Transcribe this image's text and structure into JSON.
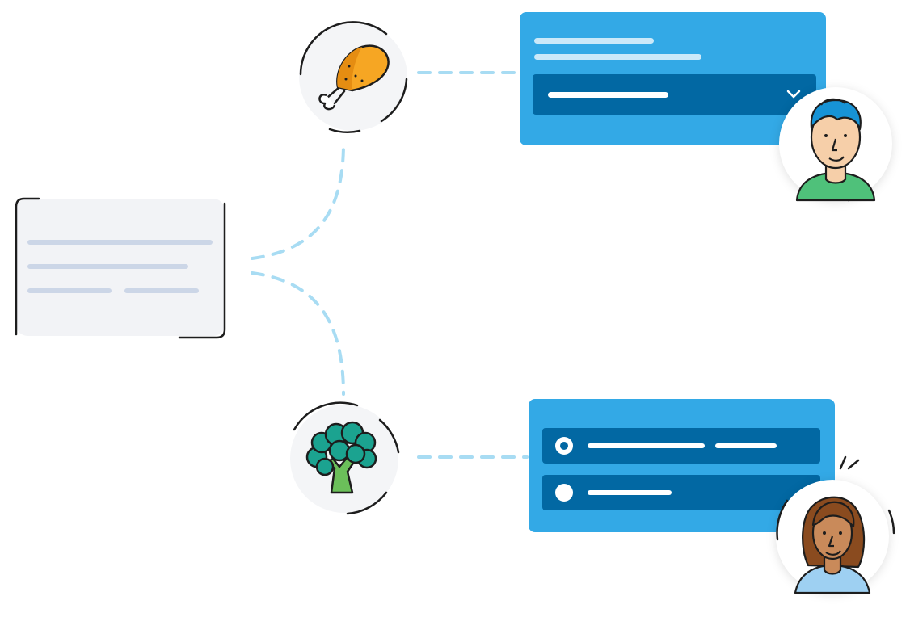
{
  "colors": {
    "background": "#ffffff",
    "connector": "#a8dcf3",
    "panel_blue": "#33a9e6",
    "panel_dark_blue": "#0268a3",
    "panel_line": "#ffffff",
    "form_card": "#f2f3f6",
    "form_line": "#ccd6e7",
    "sketch_stroke": "#1d1d1d",
    "icon_circle": "#f4f5f7",
    "chicken": "#f6a623",
    "broccoli": "#1ba390",
    "broccoli_stem": "#6bbf5a"
  },
  "icons": {
    "chicken": "chicken-drumstick-icon",
    "broccoli": "broccoli-icon",
    "dropdown_chevron": "chevron-down-icon",
    "radio_selected": "radio-selected-icon",
    "radio_unselected": "radio-unselected-icon",
    "avatar_man": "avatar-man-blue-hair",
    "avatar_woman": "avatar-woman-brown-hair"
  },
  "dropdown_panel": {
    "radio_options_count": 0
  },
  "radio_panel": {
    "options": [
      {
        "selected": true
      },
      {
        "selected": false
      }
    ]
  }
}
